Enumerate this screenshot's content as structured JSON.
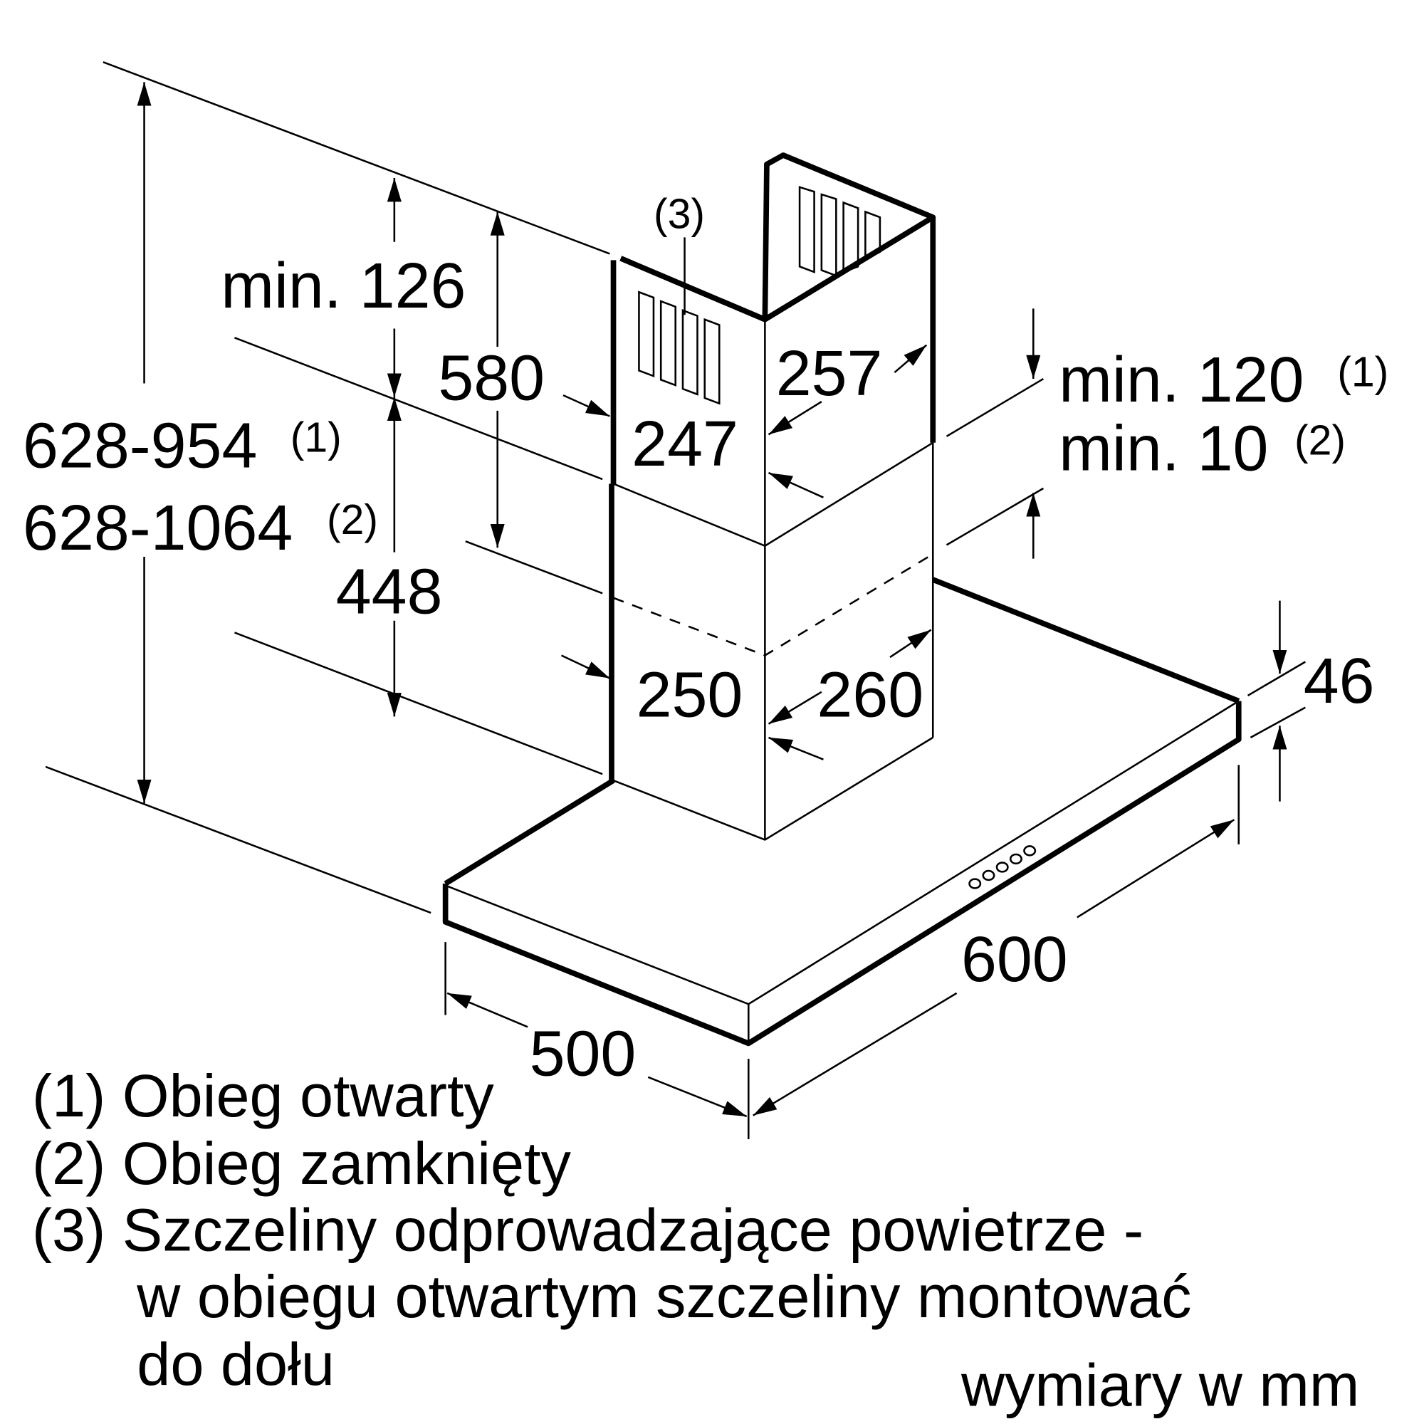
{
  "dimensions": {
    "height_range_1": "628-954",
    "height_range_2": "628-1064",
    "sup_1": "(1)",
    "sup_2": "(2)",
    "min_126": "min. 126",
    "d580": "580",
    "d448": "448",
    "d257": "257",
    "d247": "247",
    "d250": "250",
    "d260": "260",
    "min_120": "min. 120",
    "min_10": "min. 10",
    "d46": "46",
    "d600": "600",
    "d500": "500",
    "callout_3": "(3)"
  },
  "legend": {
    "item1": "(1) Obieg otwarty",
    "item2": "(2) Obieg zamknięty",
    "item3_line1": "(3) Szczeliny odprowadzające powietrze -",
    "item3_line2": "w obiegu otwartym szczeliny montować",
    "item3_line3": "do dołu",
    "units": "wymiary w mm"
  }
}
